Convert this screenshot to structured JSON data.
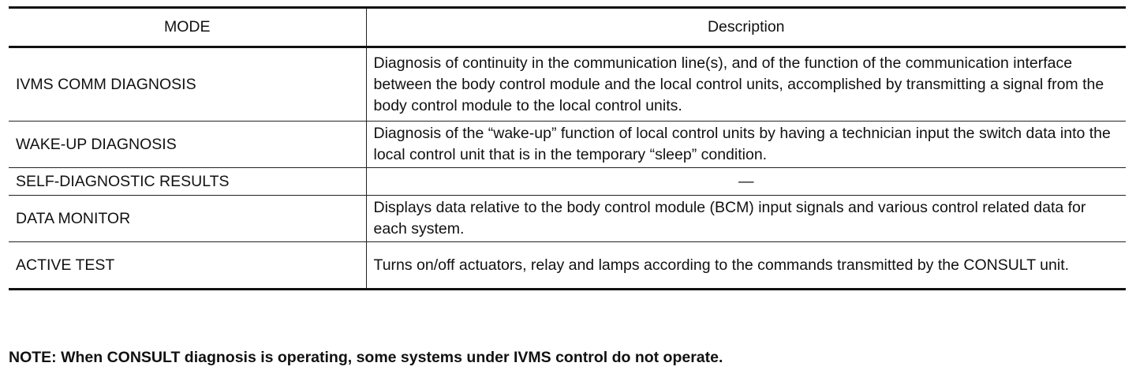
{
  "table": {
    "headers": {
      "mode": "MODE",
      "description": "Description"
    },
    "rows": [
      {
        "mode": "IVMS COMM DIAGNOSIS",
        "description": "Diagnosis of continuity in the communication line(s), and of the function of the communication interface between the body control module and the local control units, accomplished by transmitting a signal from the body control module to the local control units."
      },
      {
        "mode": "WAKE-UP DIAGNOSIS",
        "description": "Diagnosis of the “wake-up” function of local control units by having a technician input the switch data into the local control unit that is in the temporary “sleep” condition."
      },
      {
        "mode": "SELF-DIAGNOSTIC RESULTS",
        "description": "—"
      },
      {
        "mode": "DATA MONITOR",
        "description": "Displays data relative to the body control module (BCM) input signals and various control related data for each system."
      },
      {
        "mode": "ACTIVE TEST",
        "description": "Turns on/off actuators, relay and lamps according to the commands transmitted by the CONSULT unit."
      }
    ]
  },
  "note": "NOTE: When CONSULT diagnosis is operating, some systems under IVMS control do not operate."
}
